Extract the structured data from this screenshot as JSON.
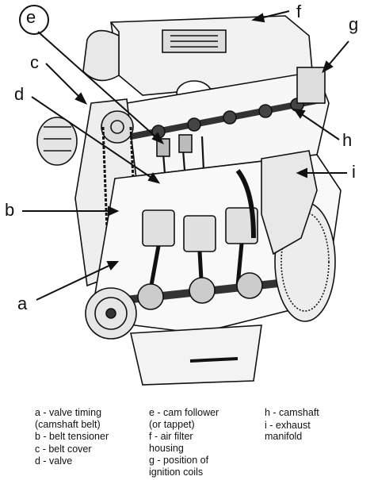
{
  "callouts": {
    "a": "a",
    "b": "b",
    "c": "c",
    "d": "d",
    "e": "e",
    "f": "f",
    "g": "g",
    "h": "h",
    "i": "i"
  },
  "legend": {
    "col1": [
      "a - valve timing\n(camshaft belt)",
      "b - belt tensioner",
      "c - belt cover",
      "d - valve"
    ],
    "col2": [
      "e - cam follower\n(or tappet)",
      "f - air filter\nhousing",
      "g - position of\nignition coils"
    ],
    "col3": [
      "h - camshaft",
      "i - exhaust\nmanifold"
    ]
  }
}
